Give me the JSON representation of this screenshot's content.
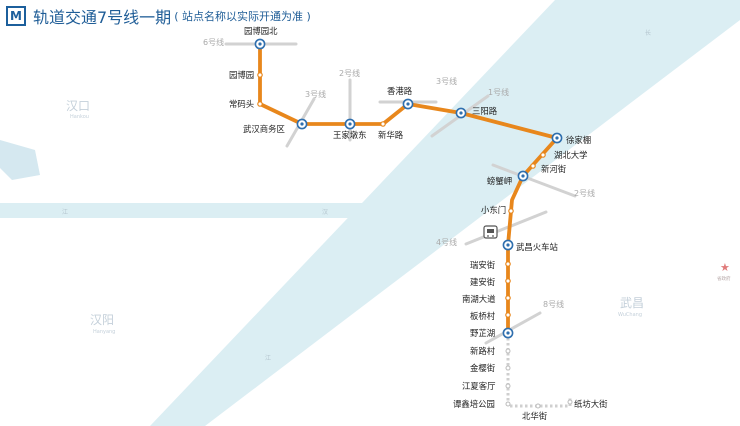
{
  "header": {
    "logo": "M",
    "title": "轨道交通7号线一期",
    "subtitle": "( 站点名称以实际开通为准 )"
  },
  "colors": {
    "line7": "#e8871c",
    "water": "#dbeef3",
    "transfer_line": "#d2d2d2",
    "station_fill": "#ffffff",
    "transfer_icon": "#2f6fae",
    "title": "#1f5d97"
  },
  "districts": {
    "hankou": "汉口",
    "hankou_en": "Hankou",
    "hanyang": "汉阳",
    "hanyang_en": "Hanyang",
    "wuchang": "武昌",
    "wuchang_en": "WuChang"
  },
  "river_labels": [
    "长",
    "江",
    "汉",
    "江"
  ],
  "stations": [
    "园博园北",
    "园博园",
    "常码头",
    "武汉商务区",
    "王家墩东",
    "新华路",
    "香港路",
    "三阳路",
    "徐家棚",
    "湖北大学",
    "新河街",
    "螃蟹岬",
    "小东门",
    "武昌火车站",
    "瑞安街",
    "建安街",
    "南湖大道",
    "板桥村",
    "野芷湖",
    "新路村",
    "金樱街",
    "江夏客厅",
    "谭鑫培公园",
    "北华街",
    "纸坊大街"
  ],
  "transfer_lines": [
    "6号线",
    "3号线",
    "2号线",
    "3号线",
    "1号线",
    "2号线",
    "4号线",
    "8号线"
  ],
  "map_extras": {
    "star_label": "省政府"
  }
}
